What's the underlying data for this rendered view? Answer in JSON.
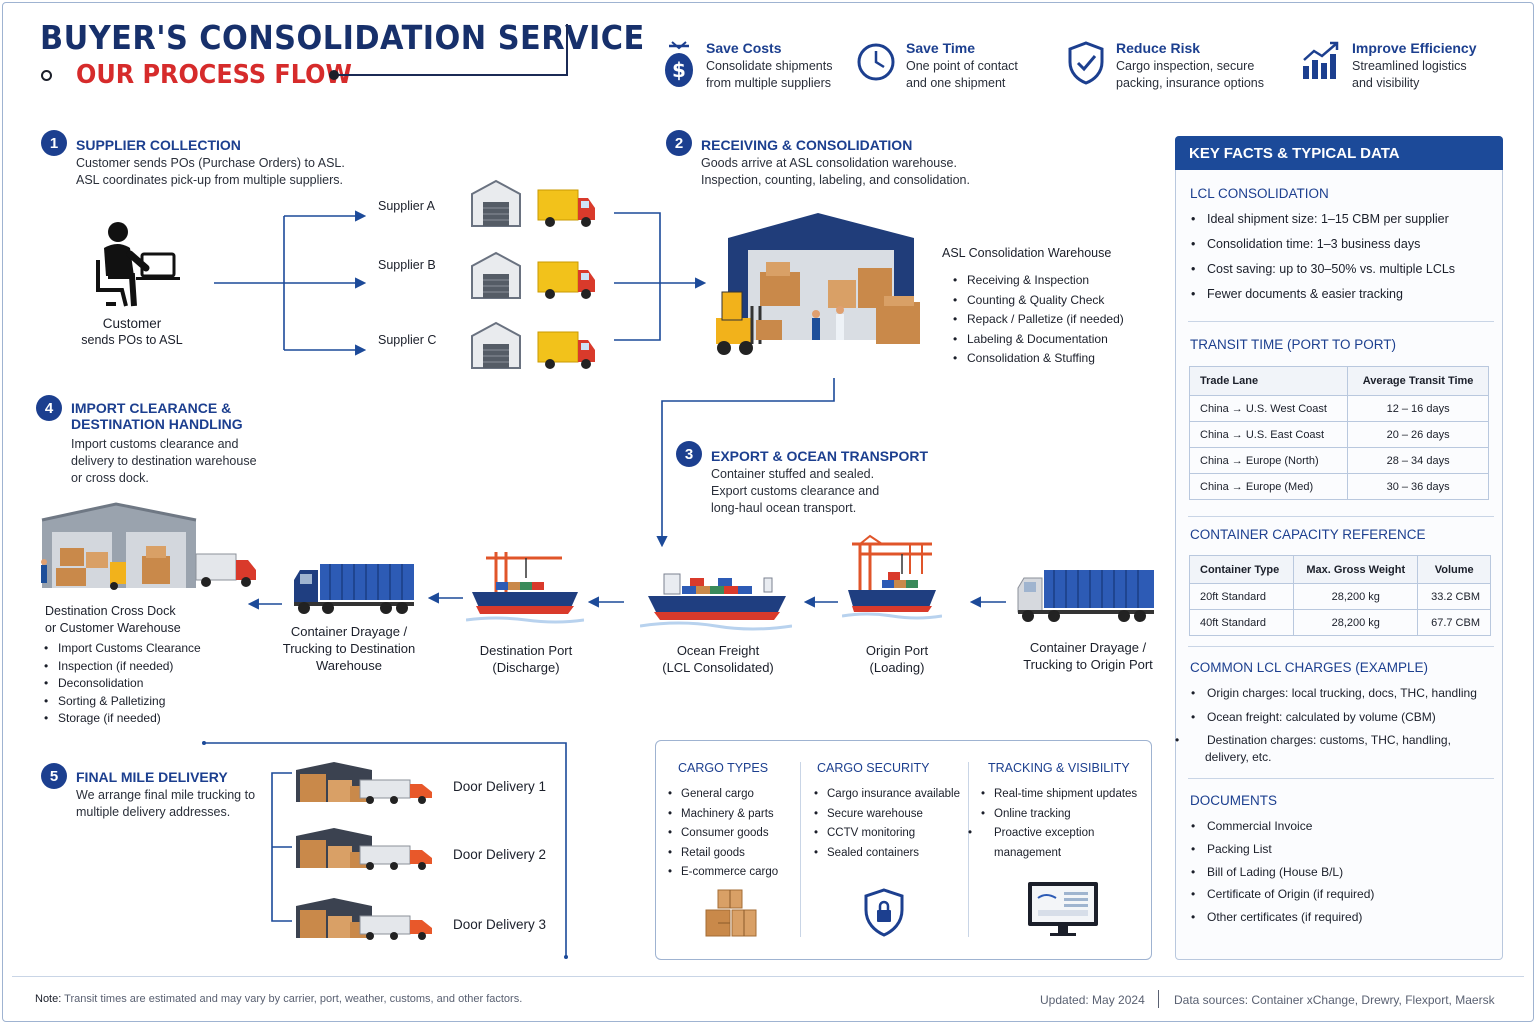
{
  "header": {
    "title": "BUYER'S CONSOLIDATION SERVICE",
    "subtitle": "OUR PROCESS FLOW"
  },
  "benefits": [
    {
      "icon": "dollar-icon",
      "title": "Save Costs",
      "desc": [
        "Consolidate shipments",
        "from multiple suppliers"
      ]
    },
    {
      "icon": "clock-icon",
      "title": "Save Time",
      "desc": [
        "One point of contact",
        "and one shipment"
      ]
    },
    {
      "icon": "shield-check-icon",
      "title": "Reduce Risk",
      "desc": [
        "Cargo inspection, secure",
        "packing, insurance options"
      ]
    },
    {
      "icon": "bar-chart-icon",
      "title": "Improve Efficiency",
      "desc": [
        "Streamlined logistics",
        "and visibility"
      ]
    }
  ],
  "step1": {
    "num": "1",
    "title": "SUPPLIER COLLECTION",
    "desc": [
      "Customer sends POs (Purchase Orders) to ASL.",
      "ASL coordinates pick-up from multiple suppliers."
    ],
    "customer_label": [
      "Customer",
      "sends POs to ASL"
    ],
    "suppliers": [
      "Supplier A",
      "Supplier B",
      "Supplier C"
    ]
  },
  "step2": {
    "num": "2",
    "title": "RECEIVING & CONSOLIDATION",
    "desc": [
      "Goods arrive at ASL consolidation warehouse.",
      "Inspection, counting, labeling, and consolidation."
    ],
    "warehouse_title": "ASL Consolidation Warehouse",
    "tasks": [
      "Receiving & Inspection",
      "Counting & Quality Check",
      "Repack / Palletize (if needed)",
      "Labeling & Documentation",
      "Consolidation & Stuffing"
    ]
  },
  "step3": {
    "num": "3",
    "title": "EXPORT & OCEAN TRANSPORT",
    "desc": [
      "Container stuffed and sealed.",
      "Export customs clearance and",
      "long-haul ocean transport."
    ]
  },
  "step4": {
    "num": "4",
    "title": [
      "IMPORT CLEARANCE &",
      "DESTINATION HANDLING"
    ],
    "desc": [
      "Import customs clearance and",
      "delivery to destination warehouse",
      "or cross dock."
    ],
    "dest_title": [
      "Destination Cross Dock",
      "or Customer Warehouse"
    ],
    "dest_tasks": [
      "Import Customs Clearance",
      "Inspection (if needed)",
      "Deconsolidation",
      "Sorting & Palletizing",
      "Storage (if needed)"
    ]
  },
  "step5": {
    "num": "5",
    "title": "FINAL MILE DELIVERY",
    "desc": [
      "We arrange final mile trucking to",
      "multiple delivery addresses."
    ],
    "deliveries": [
      "Door Delivery 1",
      "Door Delivery 2",
      "Door Delivery 3"
    ]
  },
  "flow": {
    "origin_drayage": [
      "Container Drayage /",
      "Trucking to Origin Port"
    ],
    "origin_port": [
      "Origin Port",
      "(Loading)"
    ],
    "ocean_freight": [
      "Ocean Freight",
      "(LCL Consolidated)"
    ],
    "dest_port": [
      "Destination Port",
      "(Discharge)"
    ],
    "dest_drayage": [
      "Container Drayage /",
      "Trucking to Destination",
      "Warehouse"
    ]
  },
  "facts": {
    "head": "KEY FACTS & TYPICAL DATA",
    "lcl_title": "LCL CONSOLIDATION",
    "lcl_items": [
      "Ideal shipment size: 1–15 CBM per supplier",
      "Consolidation time: 1–3 business days",
      "Cost saving: up to 30–50% vs. multiple LCLs",
      "Fewer documents & easier tracking"
    ],
    "transit_title": "TRANSIT TIME (PORT TO PORT)",
    "transit_headers": [
      "Trade Lane",
      "Average Transit Time"
    ],
    "transit_rows": [
      [
        "China → U.S. West Coast",
        "12 – 16 days"
      ],
      [
        "China → U.S. East Coast",
        "20 – 26 days"
      ],
      [
        "China → Europe (North)",
        "28 – 34 days"
      ],
      [
        "China → Europe (Med)",
        "30 – 36 days"
      ]
    ],
    "container_title": "CONTAINER CAPACITY REFERENCE",
    "container_headers": [
      "Container Type",
      "Max. Gross Weight",
      "Volume"
    ],
    "container_rows": [
      [
        "20ft Standard",
        "28,200 kg",
        "33.2 CBM"
      ],
      [
        "40ft Standard",
        "28,200 kg",
        "67.7 CBM"
      ]
    ],
    "charges_title": "COMMON LCL CHARGES (EXAMPLE)",
    "charges_items": [
      "Origin charges: local trucking, docs, THC, handling",
      "Ocean freight: calculated by volume (CBM)",
      "Destination charges: customs, THC, handling, delivery, etc."
    ],
    "docs_title": "DOCUMENTS",
    "docs_items": [
      "Commercial Invoice",
      "Packing List",
      "Bill of Lading (House B/L)",
      "Certificate of Origin (if required)",
      "Other certificates (if required)"
    ]
  },
  "cargo": {
    "types_title": "CARGO TYPES",
    "types": [
      "General cargo",
      "Machinery & parts",
      "Consumer goods",
      "Retail goods",
      "E-commerce cargo"
    ],
    "security_title": "CARGO SECURITY",
    "security": [
      "Cargo insurance available",
      "Secure warehouse",
      "CCTV monitoring",
      "Sealed containers"
    ],
    "tracking_title": "TRACKING & VISIBILITY",
    "tracking": [
      "Real-time shipment updates",
      "Online tracking",
      "Proactive exception management"
    ]
  },
  "footer": {
    "note_label": "Note:",
    "note": "Transit times are estimated and may vary by carrier, port, weather, customs, and other factors.",
    "updated": "Updated: May 2024",
    "sources": "Data sources: Container xChange, Drewry, Flexport, Maersk"
  },
  "colors": {
    "navy": "#17306b",
    "accent": "#1c3f8f",
    "red": "#d62b2b",
    "truck_yellow": "#f2c21b",
    "truck_red": "#d93a2b"
  }
}
